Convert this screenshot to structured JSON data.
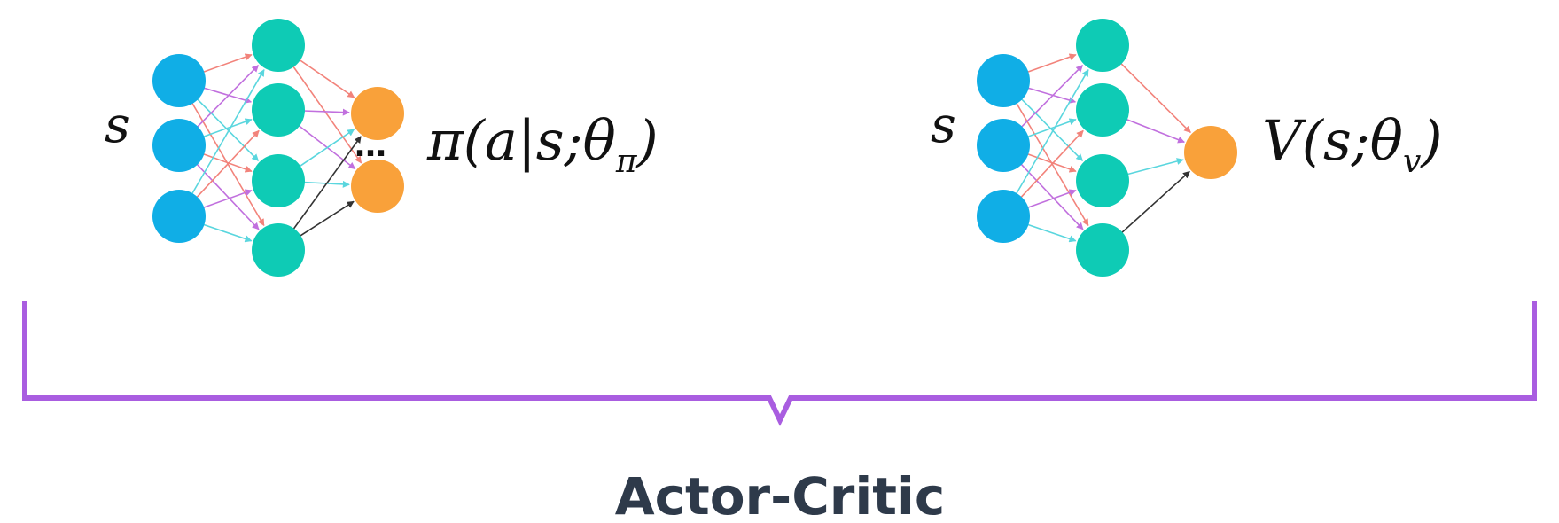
{
  "colors": {
    "input_node": "#10aee6",
    "hidden_node": "#0ecbb5",
    "output_node": "#f9a13a",
    "bracket": "#a95de0",
    "caption": "#2e3a4a",
    "edge_palette": [
      "#f2837b",
      "#c170de",
      "#5ad6de",
      "#333333"
    ]
  },
  "actor": {
    "input_label": "s",
    "output_label": {
      "prefix": "π(a|s;θ",
      "subscript": "π",
      "suffix": ")"
    },
    "ellipsis": "…"
  },
  "critic": {
    "input_label": "s",
    "output_label": {
      "prefix": "V(s;θ",
      "subscript": "v",
      "suffix": ")"
    }
  },
  "caption": "Actor-Critic"
}
